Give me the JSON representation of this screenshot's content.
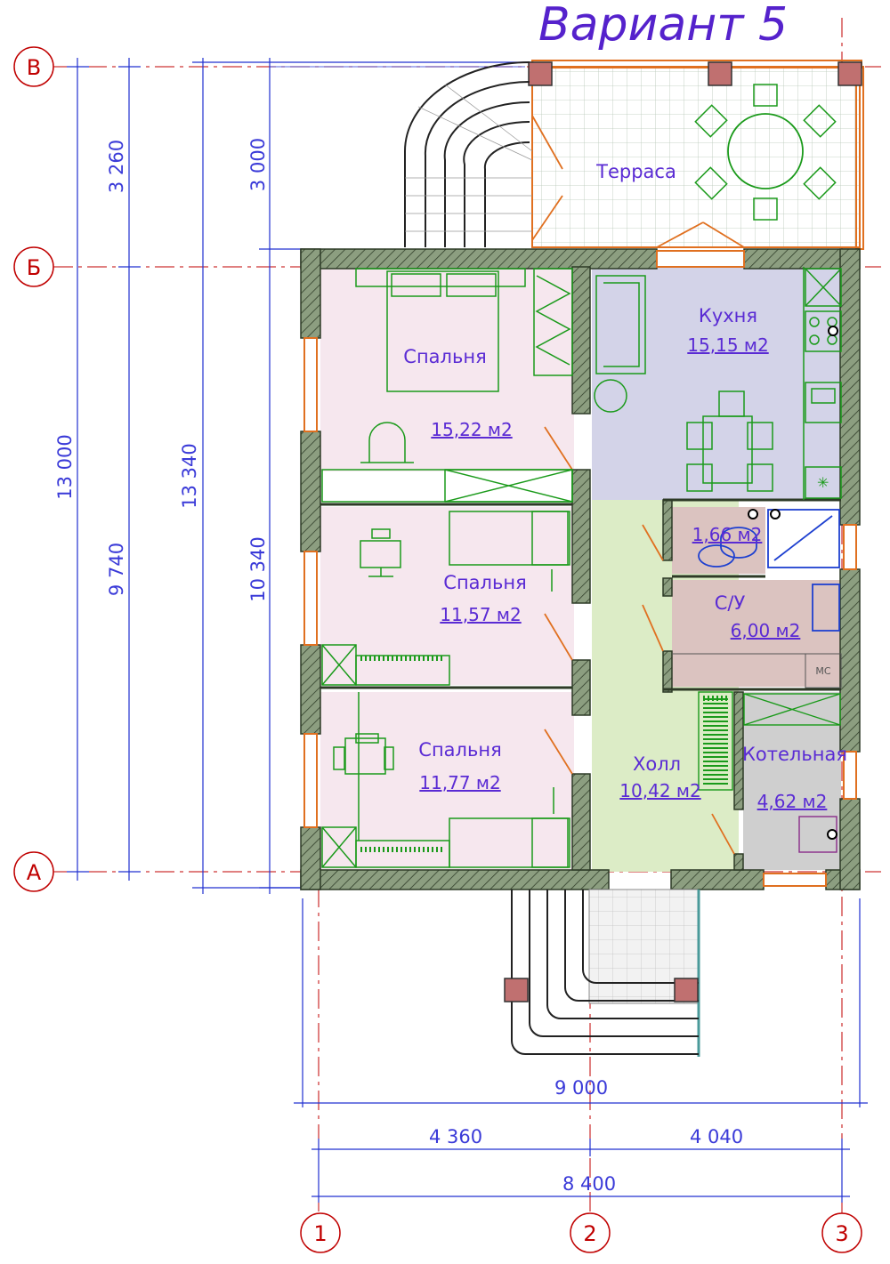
{
  "title": "Вариант 5",
  "axes": {
    "rows": [
      "В",
      "Б",
      "А"
    ],
    "cols": [
      "1",
      "2",
      "3"
    ]
  },
  "dimensions": {
    "left": [
      "13 000",
      "3 260",
      "9 740",
      "13 340",
      "3 000",
      "10 340"
    ],
    "bottom": [
      "9 000",
      "4 360",
      "4 040",
      "8 400"
    ]
  },
  "rooms": [
    {
      "name": "Терраса",
      "area": ""
    },
    {
      "name": "Кухня",
      "area": "15,15 м2"
    },
    {
      "name": "Спальня",
      "area": "15,22 м2"
    },
    {
      "name": "Спальня",
      "area": "11,57 м2"
    },
    {
      "name": "С/У",
      "area": "6,00 м2"
    },
    {
      "name": "",
      "area": "1,66 м2"
    },
    {
      "name": "Спальня",
      "area": "11,77 м2"
    },
    {
      "name": "Холл",
      "area": "10,42 м2"
    },
    {
      "name": "Котельная",
      "area": "4,62 м2"
    }
  ],
  "labels": {
    "mc": "МС"
  },
  "colors": {
    "wall": "#8c9e80",
    "bedroom": "#f6e7ee",
    "kitchen": "#d3d3e8",
    "hall": "#dcecc6",
    "bath": "#dbc3c0",
    "boiler": "#cfcfcf",
    "axis": "#c00000",
    "dimension": "#2030d0",
    "text": "#5a2bd4"
  }
}
